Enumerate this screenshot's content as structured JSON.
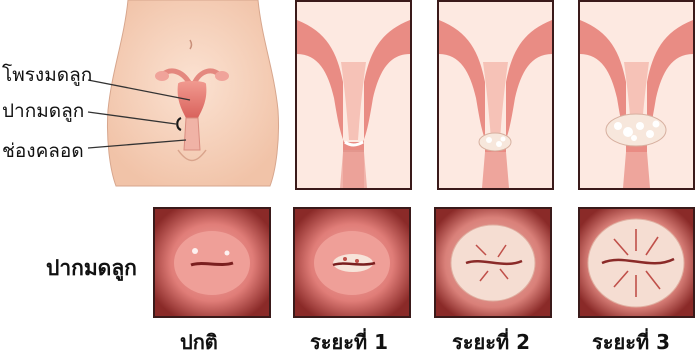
{
  "anatomy": {
    "labels": {
      "uterus": "โพรงมดลูก",
      "cervix": "ปากมดลูก",
      "vagina": "ช่องคลอด"
    }
  },
  "closeup": {
    "row_label": "ปากมดลูก"
  },
  "stages": [
    {
      "label": "ปกติ"
    },
    {
      "label": "ระยะที่ 1"
    },
    {
      "label": "ระยะที่ 2"
    },
    {
      "label": "ระยะที่ 3"
    }
  ],
  "colors": {
    "skin": "#f7d3bd",
    "uterus_tissue": "#e98c84",
    "uterus_inner": "#f3b9ad",
    "tumor": "#f7e7dc",
    "panel_border": "#3a1a1a",
    "cervix_dark": "#7a1f1f",
    "cervix_pink": "#e58c87"
  }
}
